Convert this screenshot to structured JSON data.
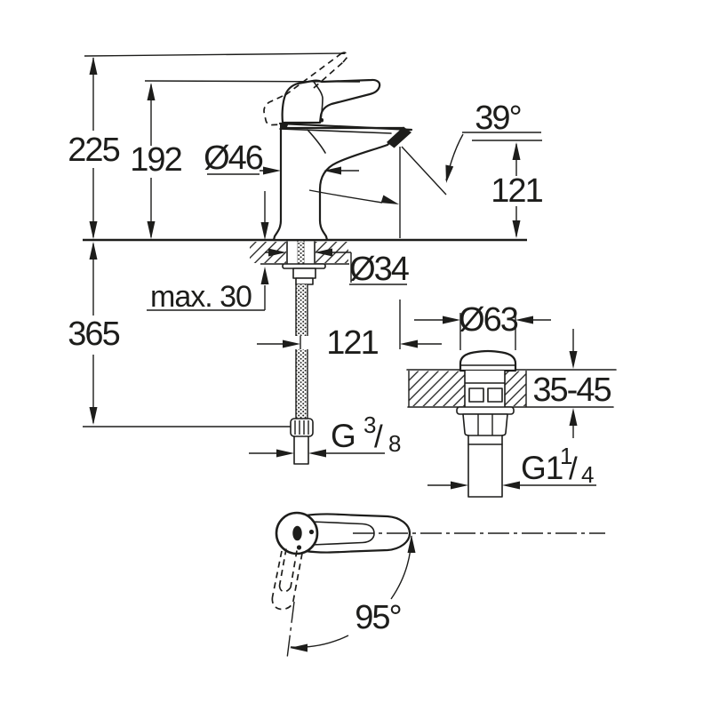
{
  "drawing": {
    "kind": "technical dimension drawing",
    "subject": "single-lever basin mixer with pop-up waste",
    "line_color": "#1d1d1b",
    "background_color": "#ffffff"
  },
  "side_view": {
    "total_height": "225",
    "height_to_spout_top": "192",
    "body_diameter": "Ø46",
    "spout_angle": "39°",
    "spout_outlet_height": "121",
    "max_mounting_thickness": "max. 30",
    "mounting_hole_diameter": "Ø34",
    "length_below_deck": "365",
    "spout_reach": "121",
    "supply_thread": {
      "base": "G",
      "numerator": "3",
      "slash": "/",
      "denominator": "8"
    }
  },
  "waste_detail_view": {
    "cap_diameter": "Ø63",
    "deck_thickness_range": "35-45",
    "waste_thread": {
      "base": "G1",
      "numerator": "1",
      "slash": "/",
      "denominator": "4"
    }
  },
  "top_view": {
    "handle_swivel_angle": "95°"
  }
}
